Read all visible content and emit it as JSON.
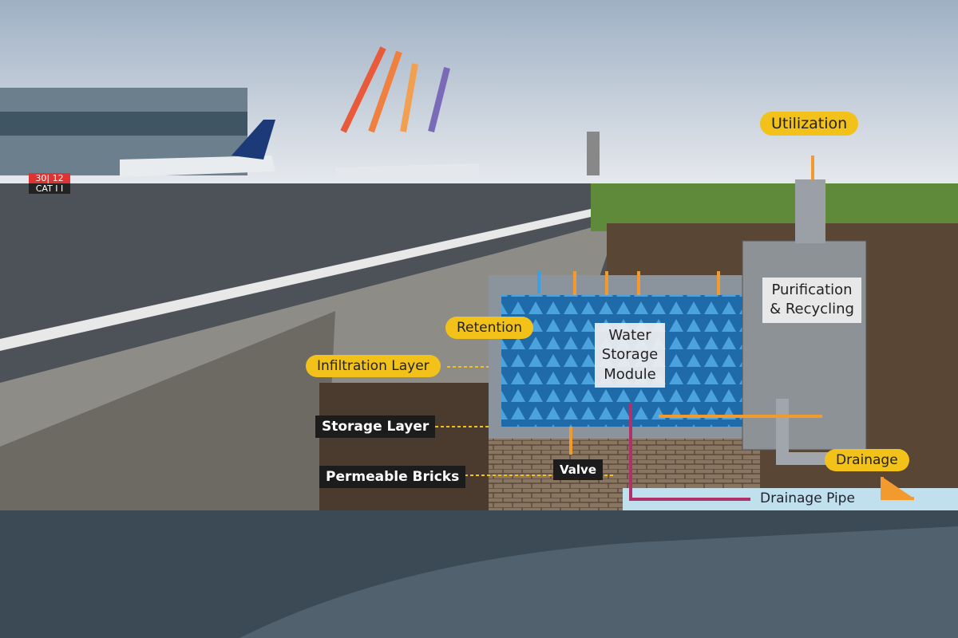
{
  "sign": {
    "runway": "30| 12",
    "category": "CAT I I"
  },
  "labels": {
    "utilization": "Utilization",
    "purification": "Purification & Recycling",
    "retention": "Retention",
    "water_storage_module": "Water Storage Module",
    "infiltration_layer": "Infiltration Layer",
    "storage_layer": "Storage Layer",
    "permeable_bricks": "Permeable Bricks",
    "valve": "Valve",
    "drainage": "Drainage",
    "drainage_pipe": "Drainage Pipe"
  },
  "colors": {
    "accent": "#f2c21b",
    "arrow": "#f29a2e",
    "water": "#2e7fc0",
    "flow": "#b0306a"
  }
}
